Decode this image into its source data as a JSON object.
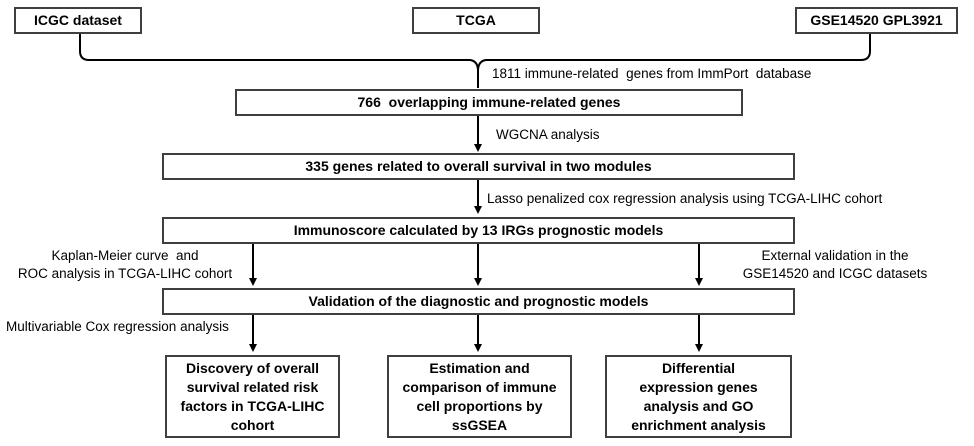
{
  "figure": {
    "type": "flowchart",
    "colors": {
      "background": "#ffffff",
      "line": "#000000",
      "box_border": "#3f3f3f",
      "text": "#000000"
    },
    "top_boxes": [
      {
        "label": "ICGC dataset"
      },
      {
        "label": "TCGA"
      },
      {
        "label": "GSE14520 GPL3921"
      }
    ],
    "pipeline_boxes": {
      "overlapping_genes": "766  overlapping immune-related genes",
      "survival_genes": "335 genes related to overall survival in two modules",
      "immunoscore": "Immunoscore calculated by 13 IRGs prognostic models",
      "validation": "Validation of the diagnostic and prognostic models"
    },
    "annotations": {
      "immport": "1811 immune-related  genes from ImmPort  database",
      "wgcna": "WGCNA analysis",
      "lasso": "Lasso penalized cox regression analysis using TCGA-LIHC cohort",
      "kaplan_meier": "Kaplan-Meier curve  and\nROC analysis in TCGA-LIHC cohort",
      "external_validation": "External validation in the\nGSE14520 and ICGC datasets",
      "multivariable": "Multivariable Cox regression analysis"
    },
    "result_boxes": [
      {
        "label": "Discovery of overall\nsurvival related risk\nfactors in TCGA-LIHC\ncohort"
      },
      {
        "label": "Estimation and\ncomparison of immune\ncell proportions by\nssGSEA"
      },
      {
        "label": "Differential\nexpression genes\nanalysis and GO\nenrichment analysis"
      }
    ]
  }
}
